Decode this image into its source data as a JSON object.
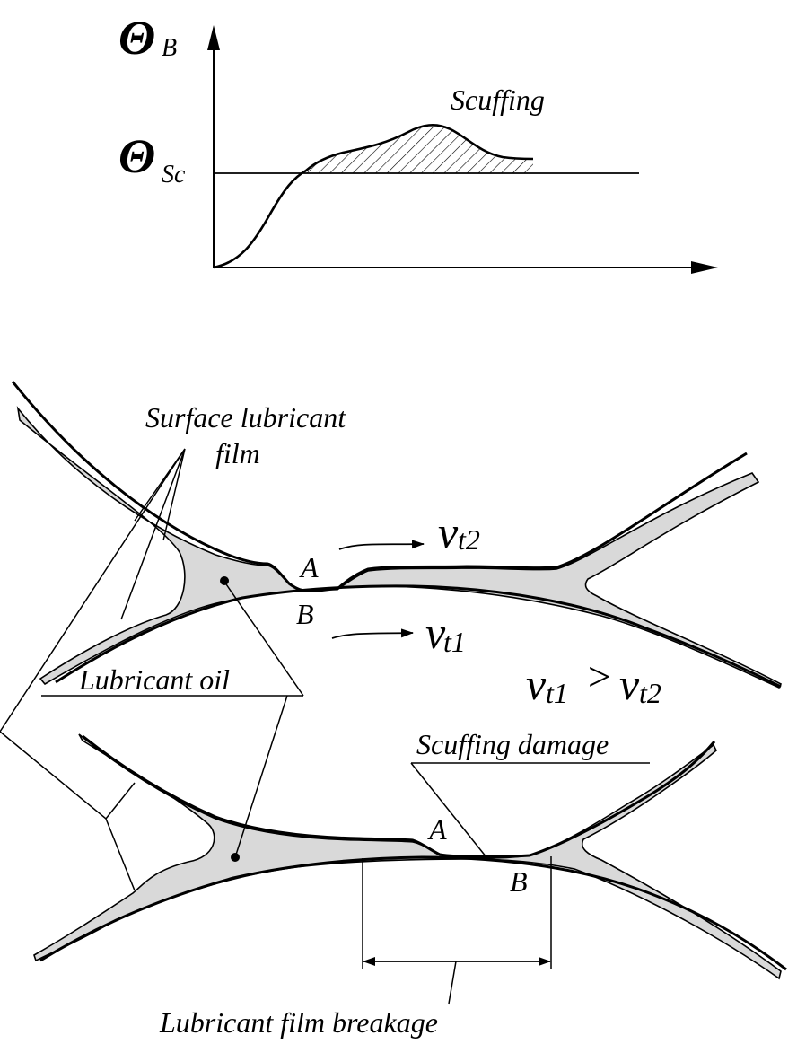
{
  "top_graph": {
    "y_label": "Θ",
    "y_label_sub": "B",
    "threshold_label": "Θ",
    "threshold_label_sub": "Sc",
    "region_label": "Scuffing"
  },
  "lower_figure": {
    "film_label_line1": "Surface lubricant",
    "film_label_line2": "film",
    "oil_label": "Lubricant oil",
    "velocity_top": "v",
    "velocity_top_sub": "t2",
    "velocity_bottom": "v",
    "velocity_bottom_sub": "t1",
    "relation_left": "v",
    "relation_left_sub": "t1",
    "relation_op": ">",
    "relation_right": "v",
    "relation_right_sub": "t2",
    "point_a": "A",
    "point_b": "B",
    "damage_label": "Scuffing damage",
    "breakage_label": "Lubricant film breakage"
  }
}
